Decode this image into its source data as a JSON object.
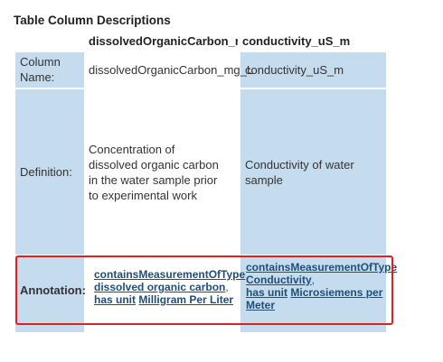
{
  "title": "Table Column Descriptions",
  "columns": {
    "col1_header": "dissolvedOrganicCarbon_mg_",
    "col2_header": "conductivity_uS_m"
  },
  "rows": {
    "column_name": {
      "label": "Column Name:",
      "col1": "dissolvedOrganicCarbon_mg_L",
      "col2": "conductivity_uS_m"
    },
    "definition": {
      "label": "Definition:",
      "col1": "Concentration of dissolved organic carbon in the water sample prior to experimental work",
      "col2": "Conductivity of water sample"
    },
    "annotation": {
      "label": "Annotation:",
      "col1": {
        "predicate1": "containsMeasurementOfType",
        "object1": "dissolved organic carbon",
        "sep1": ",",
        "predicate2": "has unit",
        "object2": "Milligram Per Liter"
      },
      "col2": {
        "predicate1": "containsMeasurementOfType",
        "object1": "Conductivity",
        "sep1": ",",
        "predicate2": "has unit",
        "object2": "Microsiemens per Meter"
      }
    }
  },
  "colors": {
    "cell_blue": "#c5dcef",
    "link": "#1f4e79",
    "highlight_border": "#e0201f"
  }
}
